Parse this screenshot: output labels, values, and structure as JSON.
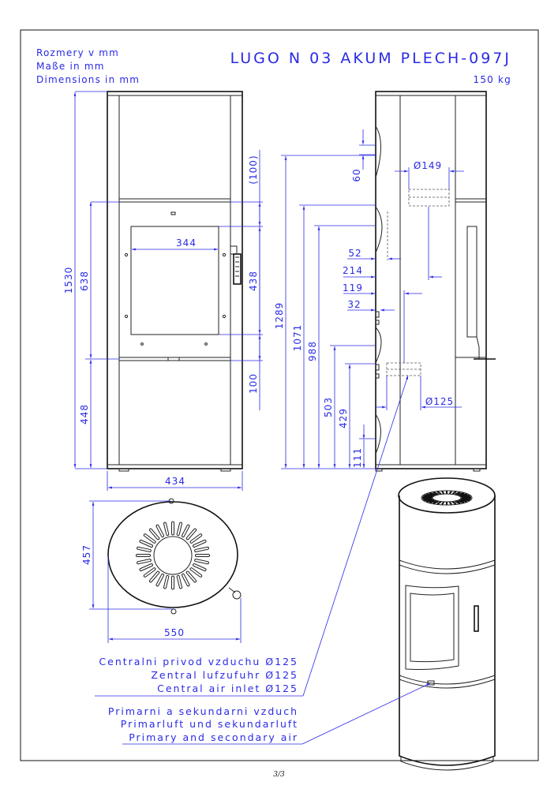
{
  "header": {
    "units": [
      "Rozmery v mm",
      "Maße in mm",
      "Dimensions in mm"
    ],
    "model": "LUGO N 03 AKUM PLECH-097J",
    "weight": "150 kg"
  },
  "front_view": {
    "dims": {
      "height_total": "1530",
      "height_top": "638",
      "height_bottom": "448",
      "glass_width": "344",
      "door_height": "438",
      "top_gap": "(100)",
      "bottom_gap": "100",
      "width": "434"
    }
  },
  "side_view": {
    "dims": {
      "h1289": "1289",
      "h1071": "1071",
      "h988": "988",
      "h503": "503",
      "h429": "429",
      "h111": "111",
      "h60": "60",
      "dia149": "Ø149",
      "d52": "52",
      "d214": "214",
      "d119": "119",
      "d32": "32",
      "dia125": "Ø125"
    }
  },
  "top_view": {
    "dims": {
      "depth": "457",
      "width": "550"
    }
  },
  "notes": {
    "central_air": [
      "Centralni privod vzduchu Ø125",
      "Zentral lufzufuhr Ø125",
      "Central air inlet Ø125"
    ],
    "primary_air": [
      "Primarni a sekundarni vzduch",
      "Primarluft und sekundarluft",
      "Primary and secondary air"
    ]
  },
  "footer": {
    "page": "3/3"
  },
  "colors": {
    "dimension": "#2a2ae6",
    "outline": "#222222"
  }
}
